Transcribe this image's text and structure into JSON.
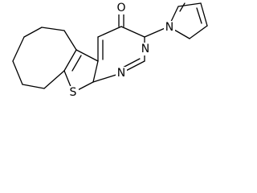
{
  "molecule": {
    "atoms": {
      "oxygen": "O",
      "ring_nitrogen": "N",
      "pyrimidine_nitrogen": "N",
      "pyrrole_nitrogen": "N",
      "sulfur": "S"
    }
  },
  "colors": {
    "bond": "#000000",
    "label": "#000000",
    "background": "#ffffff"
  }
}
